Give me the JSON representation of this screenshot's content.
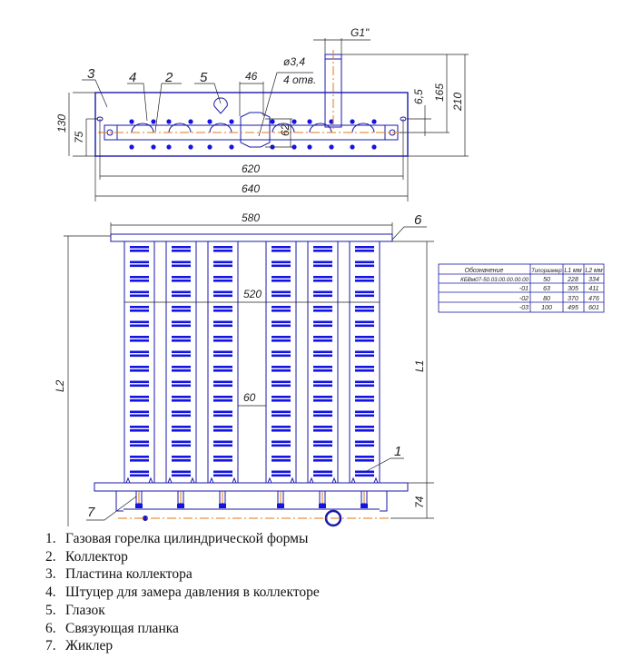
{
  "top_view": {
    "dims": {
      "g": "G1\"",
      "hole": "ø3,4",
      "holes_count": "4 отв.",
      "d46": "46",
      "d62": "62",
      "d65": "6,5",
      "d165": "165",
      "d210": "210",
      "d130": "130",
      "d75": "75",
      "d620": "620",
      "d640": "640"
    },
    "callouts": {
      "c3": "3",
      "c4": "4",
      "c2": "2",
      "c5": "5"
    }
  },
  "front_view": {
    "dims": {
      "d580": "580",
      "d520": "520",
      "d60": "60",
      "L1": "L1",
      "L2": "L2",
      "d74": "74"
    },
    "callouts": {
      "c6": "6",
      "c1": "1",
      "c7": "7"
    }
  },
  "table": {
    "headers": [
      "Обозначение",
      "Типоразмер",
      "L1 мм",
      "L2 мм"
    ],
    "rows": [
      [
        "КБВм07-50.03.00.00.00.00",
        "50",
        "228",
        "334"
      ],
      [
        "-01",
        "63",
        "305",
        "411"
      ],
      [
        "-02",
        "80",
        "370",
        "476"
      ],
      [
        "-03",
        "100",
        "495",
        "601"
      ]
    ]
  },
  "legend": [
    {
      "num": "1.",
      "text": "Газовая горелка цилиндрической формы"
    },
    {
      "num": "2.",
      "text": "Коллектор"
    },
    {
      "num": "3.",
      "text": "Пластина коллектора"
    },
    {
      "num": "4.",
      "text": "Штуцер для замера давления в коллекторе"
    },
    {
      "num": "5.",
      "text": "Глазок"
    },
    {
      "num": "6.",
      "text": "Связующая планка"
    },
    {
      "num": "7.",
      "text": "Жиклер"
    }
  ],
  "colors": {
    "line": "#1a1aa8",
    "fill": "#1414e0",
    "axis": "#e07a1a",
    "dim": "#222222"
  }
}
